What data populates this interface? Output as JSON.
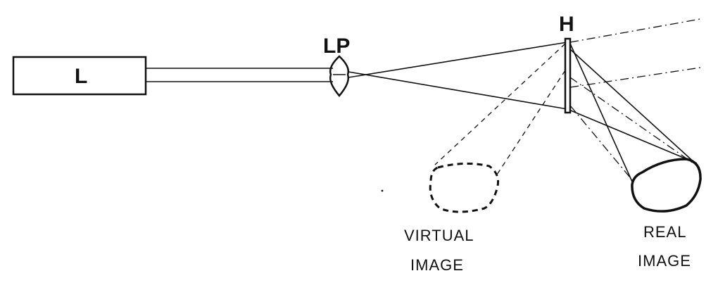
{
  "labels": {
    "laser": "L",
    "lens": "LP",
    "hologram": "H",
    "virtual_image_line1": "VIRTUAL",
    "virtual_image_line2": "IMAGE",
    "real_image_line1": "REAL",
    "real_image_line2": "IMAGE"
  },
  "colors": {
    "ink": "#111111",
    "background": "#ffffff"
  }
}
